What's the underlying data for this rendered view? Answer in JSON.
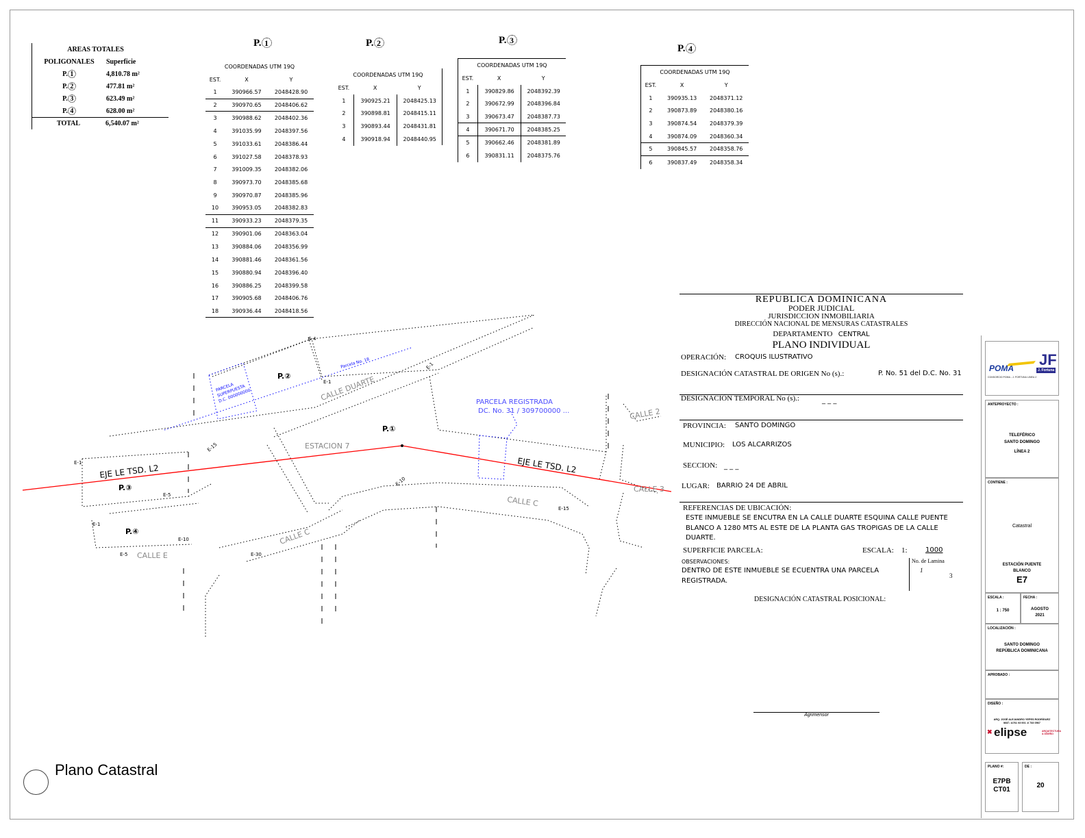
{
  "areas": {
    "title": "AREAS TOTALES",
    "col1": "POLIGONALES",
    "col2": "Superficie",
    "rows": [
      {
        "p": "P.",
        "n": "1",
        "v": "4,810.78 m²"
      },
      {
        "p": "P.",
        "n": "2",
        "v": "477.81 m²"
      },
      {
        "p": "P.",
        "n": "3",
        "v": "623.49 m²"
      },
      {
        "p": "P.",
        "n": "4",
        "v": "628.00 m²"
      }
    ],
    "total_label": "TOTAL",
    "total": "6,540.07 m²"
  },
  "tables": [
    {
      "p": "P.",
      "n": "1",
      "title": "COORDENADAS UTM 19Q",
      "headers": [
        "EST.",
        "X",
        "Y"
      ],
      "seps": [
        1,
        2,
        10,
        11,
        18
      ],
      "rows": [
        [
          "1",
          "390966.57",
          "2048428.90"
        ],
        [
          "2",
          "390970.65",
          "2048406.62"
        ],
        [
          "3",
          "390988.62",
          "2048402.36"
        ],
        [
          "4",
          "391035.99",
          "2048397.56"
        ],
        [
          "5",
          "391033.61",
          "2048386.44"
        ],
        [
          "6",
          "391027.58",
          "2048378.93"
        ],
        [
          "7",
          "391009.35",
          "2048382.06"
        ],
        [
          "8",
          "390973.70",
          "2048385.68"
        ],
        [
          "9",
          "390970.87",
          "2048385.96"
        ],
        [
          "10",
          "390953.05",
          "2048382.83"
        ],
        [
          "11",
          "390933.23",
          "2048379.35"
        ],
        [
          "12",
          "390901.06",
          "2048363.04"
        ],
        [
          "13",
          "390884.06",
          "2048356.99"
        ],
        [
          "14",
          "390881.46",
          "2048361.56"
        ],
        [
          "15",
          "390880.94",
          "2048396.40"
        ],
        [
          "16",
          "390886.25",
          "2048399.58"
        ],
        [
          "17",
          "390905.68",
          "2048406.76"
        ],
        [
          "18",
          "390936.44",
          "2048418.56"
        ]
      ]
    },
    {
      "p": "P.",
      "n": "2",
      "title": "COORDENADAS UTM 19Q",
      "headers": [
        "EST.",
        "X",
        "Y"
      ],
      "seps": [],
      "rows": [
        [
          "1",
          "390925.21",
          "2048425.13"
        ],
        [
          "2",
          "390898.81",
          "2048415.11"
        ],
        [
          "3",
          "390893.44",
          "2048431.81"
        ],
        [
          "4",
          "390918.94",
          "2048440.95"
        ]
      ]
    },
    {
      "p": "P.",
      "n": "3",
      "title": "COORDENADAS UTM 19Q",
      "headers": [
        "EST.",
        "X",
        "Y"
      ],
      "seps": [
        3,
        4
      ],
      "rows": [
        [
          "1",
          "390829.86",
          "2048392.39"
        ],
        [
          "2",
          "390672.99",
          "2048396.84"
        ],
        [
          "3",
          "390673.47",
          "2048387.73"
        ],
        [
          "4",
          "390671.70",
          "2048385.25"
        ],
        [
          "5",
          "390662.46",
          "2048381.89"
        ],
        [
          "6",
          "390831.11",
          "2048375.76"
        ]
      ]
    },
    {
      "p": "P.",
      "n": "4",
      "title": "COORDENADAS UTM 19Q",
      "headers": [
        "EST.",
        "X",
        "Y"
      ],
      "seps": [
        4,
        5
      ],
      "rows": [
        [
          "1",
          "390935.13",
          "2048371.12"
        ],
        [
          "2",
          "390873.89",
          "2048380.16"
        ],
        [
          "3",
          "390874.54",
          "2048379.39"
        ],
        [
          "4",
          "390874.09",
          "2048360.34"
        ],
        [
          "5",
          "390845.57",
          "2048358.76"
        ],
        [
          "6",
          "390837.49",
          "2048358.34"
        ]
      ]
    }
  ],
  "title_block": {
    "l1": "REPUBLICA  DOMINICANA",
    "l2": "PODER  JUDICIAL",
    "l3": "JURISDICCION INMOBILIARIA",
    "l4": "DIRECCIÓN NACIONAL DE MENSURAS CATASTRALES",
    "dept_label": "DEPARTAMENTO",
    "dept": "CENTRAL",
    "plano": "PLANO INDIVIDUAL",
    "operacion_label": "OPERACIÓN:",
    "operacion": "CROQUIS ILUSTRATIVO",
    "origen_label": "DESIGNACIÓN CATASTRAL DE ORIGEN No (s).:",
    "origen": "P. No. 51 del D.C. No. 31",
    "temporal_label": "DESIGNACIÓN TEMPORAL No (s).:",
    "temporal": "_ _ _",
    "provincia_label": "PROVINCIA:",
    "provincia": "SANTO DOMINGO",
    "municipio_label": "MUNICIPIO:",
    "municipio": "LOS ALCARRIZOS",
    "seccion_label": "SECCION:",
    "seccion": "_ _ _",
    "lugar_label": "LUGAR:",
    "lugar": "BARRIO 24 DE ABRIL",
    "ref_label": "REFERENCIAS DE UBICACIÓN:",
    "ref_l1": "ESTE INMUEBLE SE ENCUTRA EN LA CALLE DUARTE ESQUINA CALLE PUENTE",
    "ref_l2": "BLANCO A 1280 MTS AL ESTE DE LA PLANTA GAS TROPIGAS DE LA CALLE",
    "ref_l3": "DUARTE.",
    "superficie_label": "SUPERFICIE PARCELA:",
    "escala_label": "ESCALA:",
    "escala_1": "1:",
    "escala": "1000",
    "obs_label": "OBSERVACIONES:",
    "obs_l1": "DENTRO DE ESTE  INMUEBLE SE ECUENTRA UNA PARCELA",
    "obs_l2": "REGISTRADA.",
    "lamina_label": "No. de Lamina",
    "lamina_a": "1",
    "lamina_b": "3",
    "posicional_label": "DESIGNACIÓN CATASTRAL POSICIONAL:",
    "signature_label": "Agrimensor"
  },
  "strip": {
    "logo_poma": "POMA",
    "logo_jf": "JF",
    "logo_jf_sub": "J. Fortuna",
    "logo_caption": "CONSORCIO POMA - J. FORTUNA LINEA 2",
    "anteproyecto_label": "ANTEPROYECTO :",
    "proj_l1": "TELEFÉRICO",
    "proj_l2": "SANTO DOMINGO",
    "proj_l3": "LÍNEA 2",
    "contiene_label": "CONTIENE :",
    "contiene": "Catastral",
    "station_l1": "ESTACIÓN PUENTE",
    "station_l2": "BLANCO",
    "station_code": "E7",
    "escala_label": "ESCALA :",
    "escala": "1 : 750",
    "fecha_label": "FECHA :",
    "fecha_l1": "AGOSTO",
    "fecha_l2": "2021",
    "loc_label": "LOCALIZACIÓN :",
    "loc_l1": "SANTO DOMINGO",
    "loc_l2": "REPÚBLICA DOMINICANA",
    "aprobado_label": "APROBADO :",
    "diseno_label": "DISEÑO :",
    "designer": "ARQ. JOSÉ ALEJANDRO YEPES RODRÍGUEZ",
    "mat": "MAT.: A761 03 001 -6 733 0567",
    "elipse": "elipse",
    "elipse_sub": "ARQUITECTURA & DISEÑO",
    "plano_label": "PLANO #:",
    "plano_l1": "E7PB",
    "plano_l2": "CT01",
    "de_label": "DE :",
    "de": "20"
  },
  "map": {
    "eje_left": "EJE LE TSD. L2",
    "eje_right": "EJE LE TSD. L2",
    "p1": "P.①",
    "p2": "P.②",
    "p3": "P.③",
    "p4": "P.④",
    "e4": "E-4",
    "e1a": "E-1",
    "e1b": "E-1",
    "e1c": "E-1",
    "e15a": "E-15",
    "e15b": "E-15",
    "e10a": "E-10",
    "e10b": "E-10",
    "e5a": "E-5",
    "e5b": "E-5",
    "e30": "E-30",
    "calle_duarte": "CALLE DUARTE",
    "estacion": "ESTACION 7",
    "calle_c1": "CALLE C",
    "calle_c2": "CALLE C",
    "calle_2": "CALLE 2",
    "calle_3": "CALLE 3",
    "calle_e": "CALLE E",
    "parcela_sup_l1": "PARCELA",
    "parcela_sup_l2": "SUPERPUESTA",
    "parcela_sup_l3": "D.C. 000000000",
    "parcela_no": "Parcela No. 18",
    "parcela_reg_l1": "PARCELA REGISTRADA",
    "parcela_reg_l2": "DC. No. 31 / 309700000 ..."
  },
  "footer": {
    "title": "Plano Catastral"
  }
}
